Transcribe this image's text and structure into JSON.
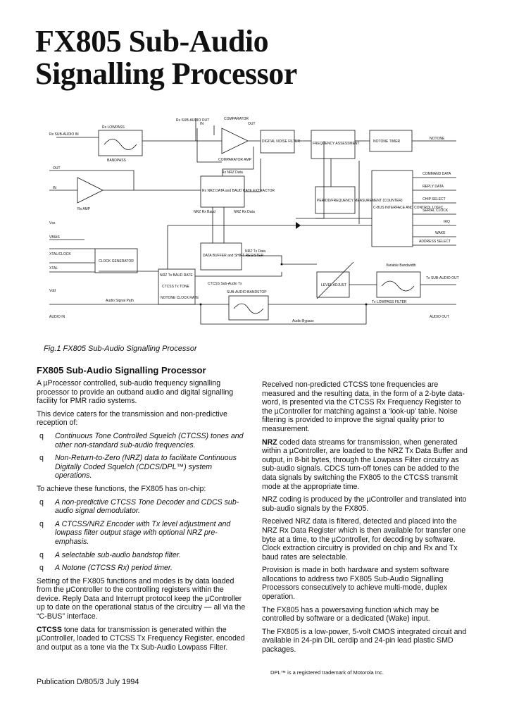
{
  "title": {
    "line1": "FX805 Sub-Audio",
    "line2": "Signalling Processor"
  },
  "figure": {
    "caption": "Fig.1 FX805 Sub-Audio Signalling Processor",
    "labels": {
      "rx_in": "Rx SUB-AUDIO IN",
      "rx_lowpass": "Rx LOWPASS",
      "bandpass": "BANDPASS",
      "sub_audio_out": "Rx SUB-AUDIO OUT",
      "comparator": "COMPARATOR",
      "comp_in": "IN",
      "comp_out": "OUT",
      "comp_amp": "COMPARATOR AMP",
      "digital_noise": "DIGITAL NOISE FILTER",
      "freq_assess": "FREQUENCY ASSESSMENT",
      "notone_block": "NOTONE TIMER",
      "notone_out": "NOTONE",
      "out": "OUT",
      "in": "IN",
      "rx_amp": "Rx AMP",
      "nrz_block": "Rx NRZ DATA and BAUD RATE EXTRACTOR",
      "rx_nrz_out": "Rx NRZ Data",
      "nrz_rx_baud": "NRZ Rx Baud",
      "nrz_rx_data": "NRZ Rx Data",
      "period_meas": "PERIOD/FREQUENCY MEASUREMENT (COUNTER)",
      "cbus": "C-BUS INTERFACE AND CONTROL LOGIC",
      "command_data": "COMMAND DATA",
      "reply_data": "REPLY DATA",
      "chip_select": "CHIP SELECT",
      "serial_clock": "SERIAL CLOCK",
      "irq": "IRQ",
      "wake": "WAKE",
      "address_select": "ADDRESS SELECT",
      "vss": "Vss",
      "vbias": "VBIAS",
      "xtal_clock": "XTAL/CLOCK",
      "xtal": "XTAL",
      "vdd": "Vdd",
      "clock_gen": "CLOCK GENERATOR",
      "tx_baud": "NRZ Tx BAUD RATE",
      "ctcss_tone": "CTCSS Tx TONE",
      "notone_ck": "NOTONE CLOCK RATE",
      "data_buffer": "DATA BUFFER and SHIFT REGISTER",
      "nrz_tx_data": "NRZ Tx Data",
      "ctcss_audio": "CTCSS Sub-Audio Tx",
      "level_adjust": "LEVEL ADJUST",
      "tx_lowpass": "Tx LOWPASS FILTER",
      "variable_bw": "Variable Bandwidth",
      "tx_out": "Tx SUB-AUDIO OUT",
      "bandstop": "SUB-AUDIO BANDSTOP",
      "audio_path": "Audio Signal Path",
      "audio_in": "AUDIO IN",
      "audio_out": "AUDIO OUT",
      "audio_bypass": "Audio Bypass"
    }
  },
  "section_heading": "FX805 Sub-Audio Signalling Processor",
  "left": {
    "p1": "A µProcessor controlled, sub-audio frequency signalling processor to provide an outband audio and digital signalling facility for PMR radio systems.",
    "p2": "This device caters for the transmission and non-predictive reception of:",
    "list1": [
      "Continuous Tone Controlled Squelch (CTCSS) tones and other non-standard sub-audio frequencies.",
      "Non-Return-to-Zero (NRZ) data to facilitate Continuous Digitally Coded Squelch (CDCS/DPL™) system operations."
    ],
    "p3": "To achieve these functions, the FX805 has on-chip:",
    "list2": [
      "A non-predictive CTCSS Tone Decoder and CDCS sub-audio signal demodulator.",
      "A CTCSS/NRZ Encoder with Tx level adjustment and lowpass filter output stage with optional NRZ pre-emphasis.",
      "A selectable sub-audio bandstop filter.",
      "A Notone (CTCSS Rx) period timer."
    ],
    "bullet": "q",
    "p4": "Setting of the FX805 functions and modes is by data loaded from the µController to the controlling registers within the device. Reply Data and Interrupt protocol keep the µController up to date on the operational status of the circuitry — all via the “C-BUS” interface.",
    "p5_bold": "CTCSS",
    "p5": " tone data for transmission is generated within the µController, loaded to CTCSS Tx Frequency Register, encoded and output as a tone via the Tx Sub-Audio Lowpass Filter."
  },
  "right": {
    "p1": "Received non-predicted CTCSS tone frequencies are measured and the resulting data, in the form of a 2-byte data-word, is presented via the CTCSS Rx Frequency Register to the µController for matching against a ‘look-up’ table. Noise filtering is provided to improve the signal quality prior to measurement.",
    "p2_bold": "NRZ",
    "p2": " coded data streams for transmission, when generated within a µController, are loaded to the NRZ Tx Data Buffer and output, in 8-bit bytes, through the Lowpass Filter circuitry as sub-audio signals. CDCS turn-off tones can be added to the data signals by switching the FX805 to the CTCSS transmit mode at the appropriate time.",
    "p3": "NRZ coding is produced by the µController and translated into sub-audio signals by the FX805.",
    "p4": "Received NRZ data is filtered, detected and placed into the NRZ Rx Data Register which is then available for transfer one byte at a time, to the µController, for decoding by software. Clock extraction circuitry is provided on chip and Rx and Tx baud rates are selectable.",
    "p5": "Provision is made in both hardware and system software allocations to address two FX805 Sub-Audio Signalling Processors consecutively to achieve multi-mode, duplex operation.",
    "p6": "The FX805 has a powersaving function which may be controlled by software or a dedicated (Wake) input.",
    "p7": "The FX805 is a low-power, 5-volt CMOS integrated circuit and available in 24-pin DIL cerdip and 24-pin lead plastic SMD packages."
  },
  "trademark": "DPL™ is a registered trademark of Motorola Inc.",
  "publication": "Publication D/805/3  July 1994"
}
